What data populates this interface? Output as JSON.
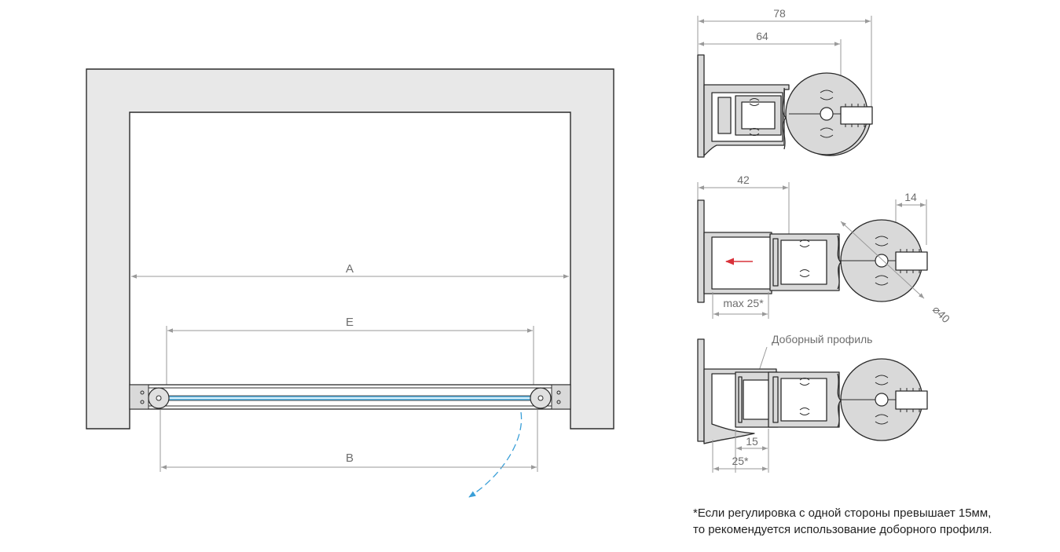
{
  "plan": {
    "dim_a": "A",
    "dim_e": "E",
    "dim_b": "B"
  },
  "profile_top": {
    "dim_total": "78",
    "dim_inner": "64"
  },
  "profile_middle": {
    "dim_depth": "42",
    "dim_slot": "14",
    "dim_adjust": "max 25*",
    "dim_diameter": "⌀40"
  },
  "profile_bottom": {
    "label_extension": "Доборный профиль",
    "dim_extension": "15",
    "dim_adjust": "25*"
  },
  "note": {
    "line1": "*Если регулировка с одной стороны превышает 15мм,",
    "line2": "то рекомендуется использование доборного профиля."
  },
  "colors": {
    "wall_fill": "#e8e8e8",
    "glass": "#5fb6e3",
    "swing_arrow": "#3a9fd8",
    "slide_arrow": "#d9323a",
    "dimension": "#9a9a9a"
  }
}
